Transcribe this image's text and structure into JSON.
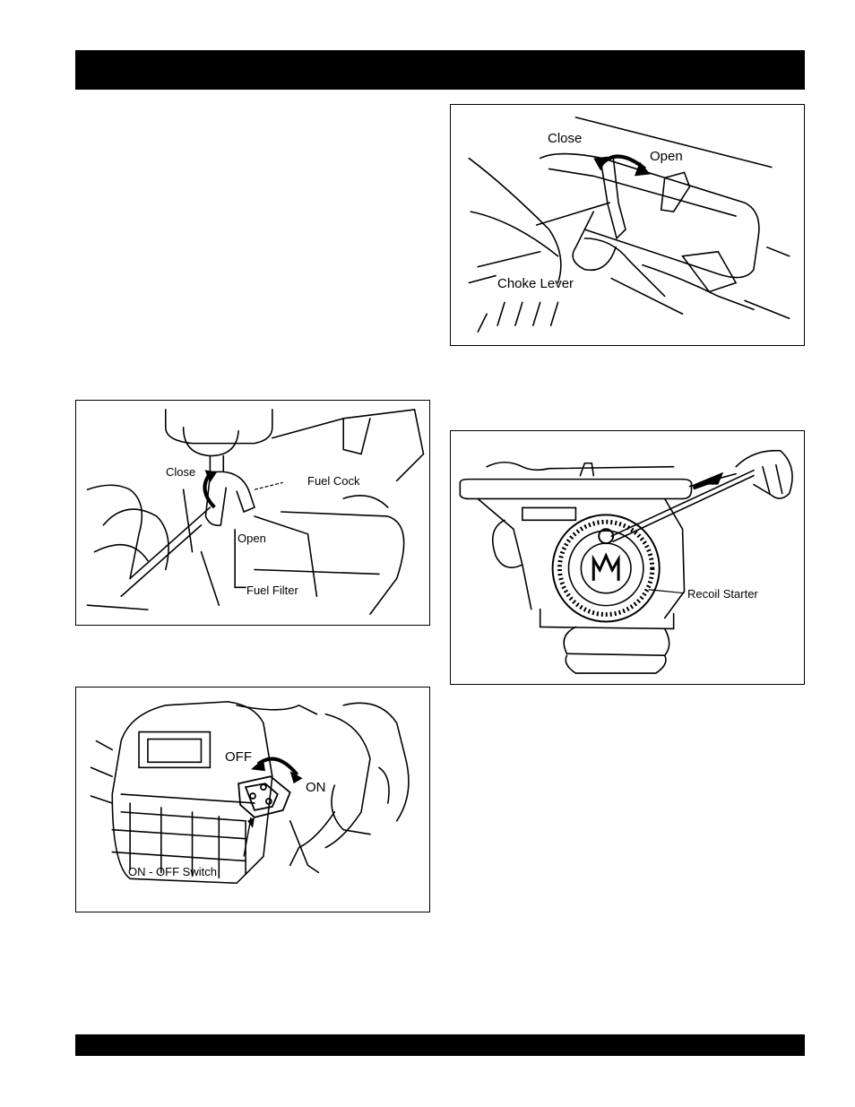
{
  "figures": {
    "choke": {
      "close": "Close",
      "open": "Open",
      "lever": "Choke Lever"
    },
    "fuel": {
      "close": "Close",
      "cock": "Fuel Cock",
      "open": "Open",
      "filter": "Fuel Filter"
    },
    "recoil": {
      "starter": "Recoil Starter"
    },
    "switch": {
      "off": "OFF",
      "on": "ON",
      "switch": "ON - OFF Switch"
    }
  }
}
